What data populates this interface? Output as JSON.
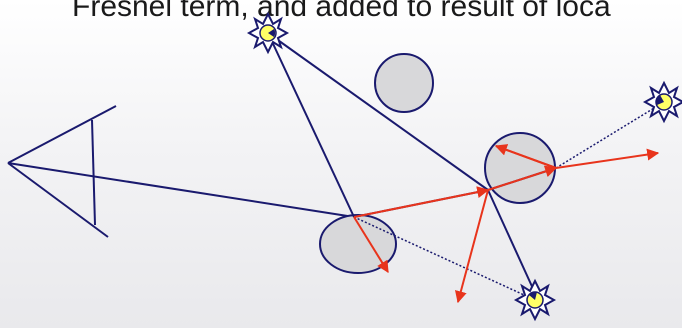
{
  "caption": "Fresnel term, and added to result of loca",
  "colors": {
    "structure_line": "#1a1a6e",
    "ray_arrow": "#e8341c",
    "sphere_fill": "#d8d8da",
    "light_fill": "#ffff66",
    "light_outline": "#1a1a6e"
  },
  "diagram": {
    "elements": [
      "eye",
      "view-rays",
      "spheres",
      "light-sources",
      "shadow-rays",
      "reflection-rays",
      "refraction-rays"
    ]
  }
}
